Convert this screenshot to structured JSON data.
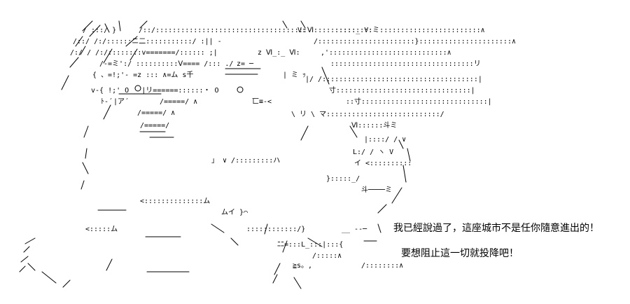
{
  "artwork": {
    "name": "ascii-art-character",
    "fragments": [
      "/ :::/ }",
      "/::/::::::::::::::::::::::::::::::::::::Ⅵ::::::::::_ V:",
      "V:",
      ":::::::::ミ::::::::::::::::::::::::∧",
      "/::/ /:/::::::ニ二:::::::::::/ :|| ‐",
      "/:::::::::::::::::::::::}::::::::::::::::::::::∧",
      "/:/ / /:/::::::::v=======/:::::: ;|",
      "z Ⅵ_:_ Ⅵ:",
      ",'::::::::::::::::::::::::::::∧",
      "/‐=ミ':/ ::::::::::Ⅴ==== /::: ./",
      "z= ─",
      "::::::::::::::::::::::::::::::::::リ",
      "{ 、=!;'‐ =z ::: ∧=ム s千",
      "| ミ ｯ",
      "|/ /:::::::::::::::::::::::::::::::::::::|",
      "v‐{ !;' O___|リ======::::::・ O",
      "匸≡‐<",
      "寸::::::::::::::::::::::::::::::::|",
      "ﾄ‐´",
      "|ア´",
      "/=====/ ∧",
      "::寸::::::::::::::::::::::::::::::|",
      "/=====/ ∧",
      "\\ リ \\ マ:::::::::::::::::::::::::::/",
      "/=====/",
      "Ⅵ::::::斗ミ",
      "|::::/ / ∨",
      "L:/ / ヽ V",
      "」 ∨ /:::::::::ハ",
      "イ <::::::::::",
      "}:::::_/",
      "斗────ミ",
      "<::::::::::::::ム",
      "ムイ }⌒",
      "<:::::ム",
      "::::::::::::/}",
      "__ ‐‐─",
      "ﾆﾆ=:::L_:::|:::{",
      "/:::::∧",
      "≧s。,",
      "/::::::::∧"
    ]
  },
  "dialogue": {
    "line1": "我已經說過了，這座城市不是任你隨意進出的！",
    "line2": "要想阻止這一切就投降吧！"
  }
}
